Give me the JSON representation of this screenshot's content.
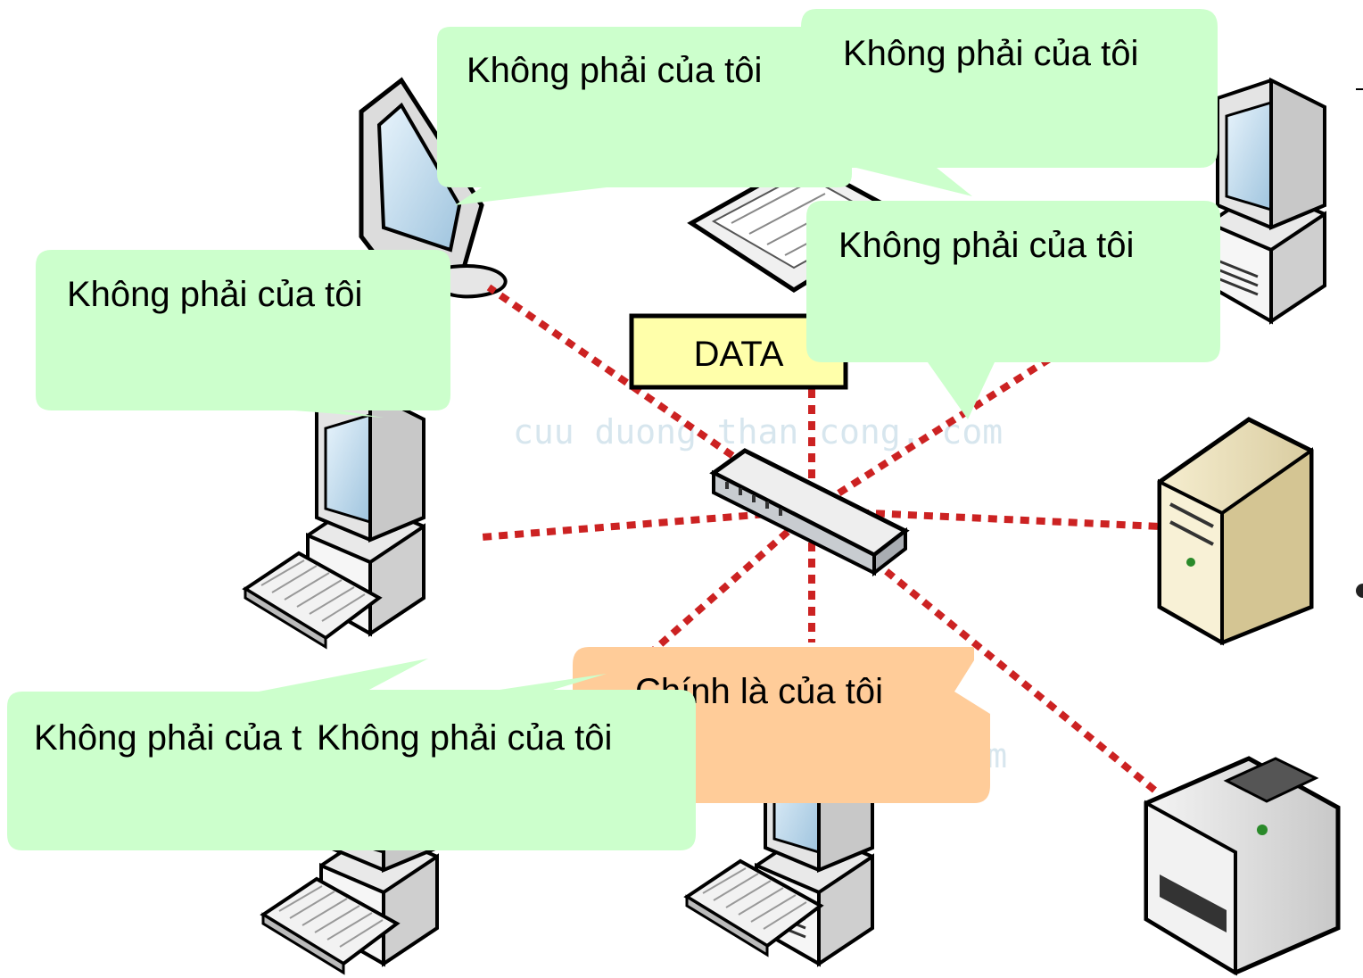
{
  "hub_packet": {
    "label": "DATA"
  },
  "watermark": {
    "text": "cuu duong than cong. com"
  },
  "bubbles": [
    {
      "id": "top-left",
      "text": "Không phải của tôi",
      "color": "#ccffcc"
    },
    {
      "id": "top-right",
      "text": "Không phải của tôi",
      "color": "#ccffcc"
    },
    {
      "id": "upper-right",
      "text": "Không phải của tôi",
      "color": "#ccffcc"
    },
    {
      "id": "left",
      "text": "Không phải của tôi",
      "color": "#ccffcc"
    },
    {
      "id": "bottom-left-a",
      "text": "Không phải của tôi",
      "color": "#ccffcc"
    },
    {
      "id": "bottom-left-b",
      "text": "Không phải của tôi",
      "color": "#ccffcc"
    },
    {
      "id": "target",
      "text": "Chính là của tôi",
      "color": "#ffcc99"
    }
  ],
  "colors": {
    "link": "#cc2222",
    "hub": "#c8ccd0",
    "bubble_green": "#ccffcc",
    "bubble_orange": "#ffcc99",
    "data_box": "#ffffaa"
  }
}
